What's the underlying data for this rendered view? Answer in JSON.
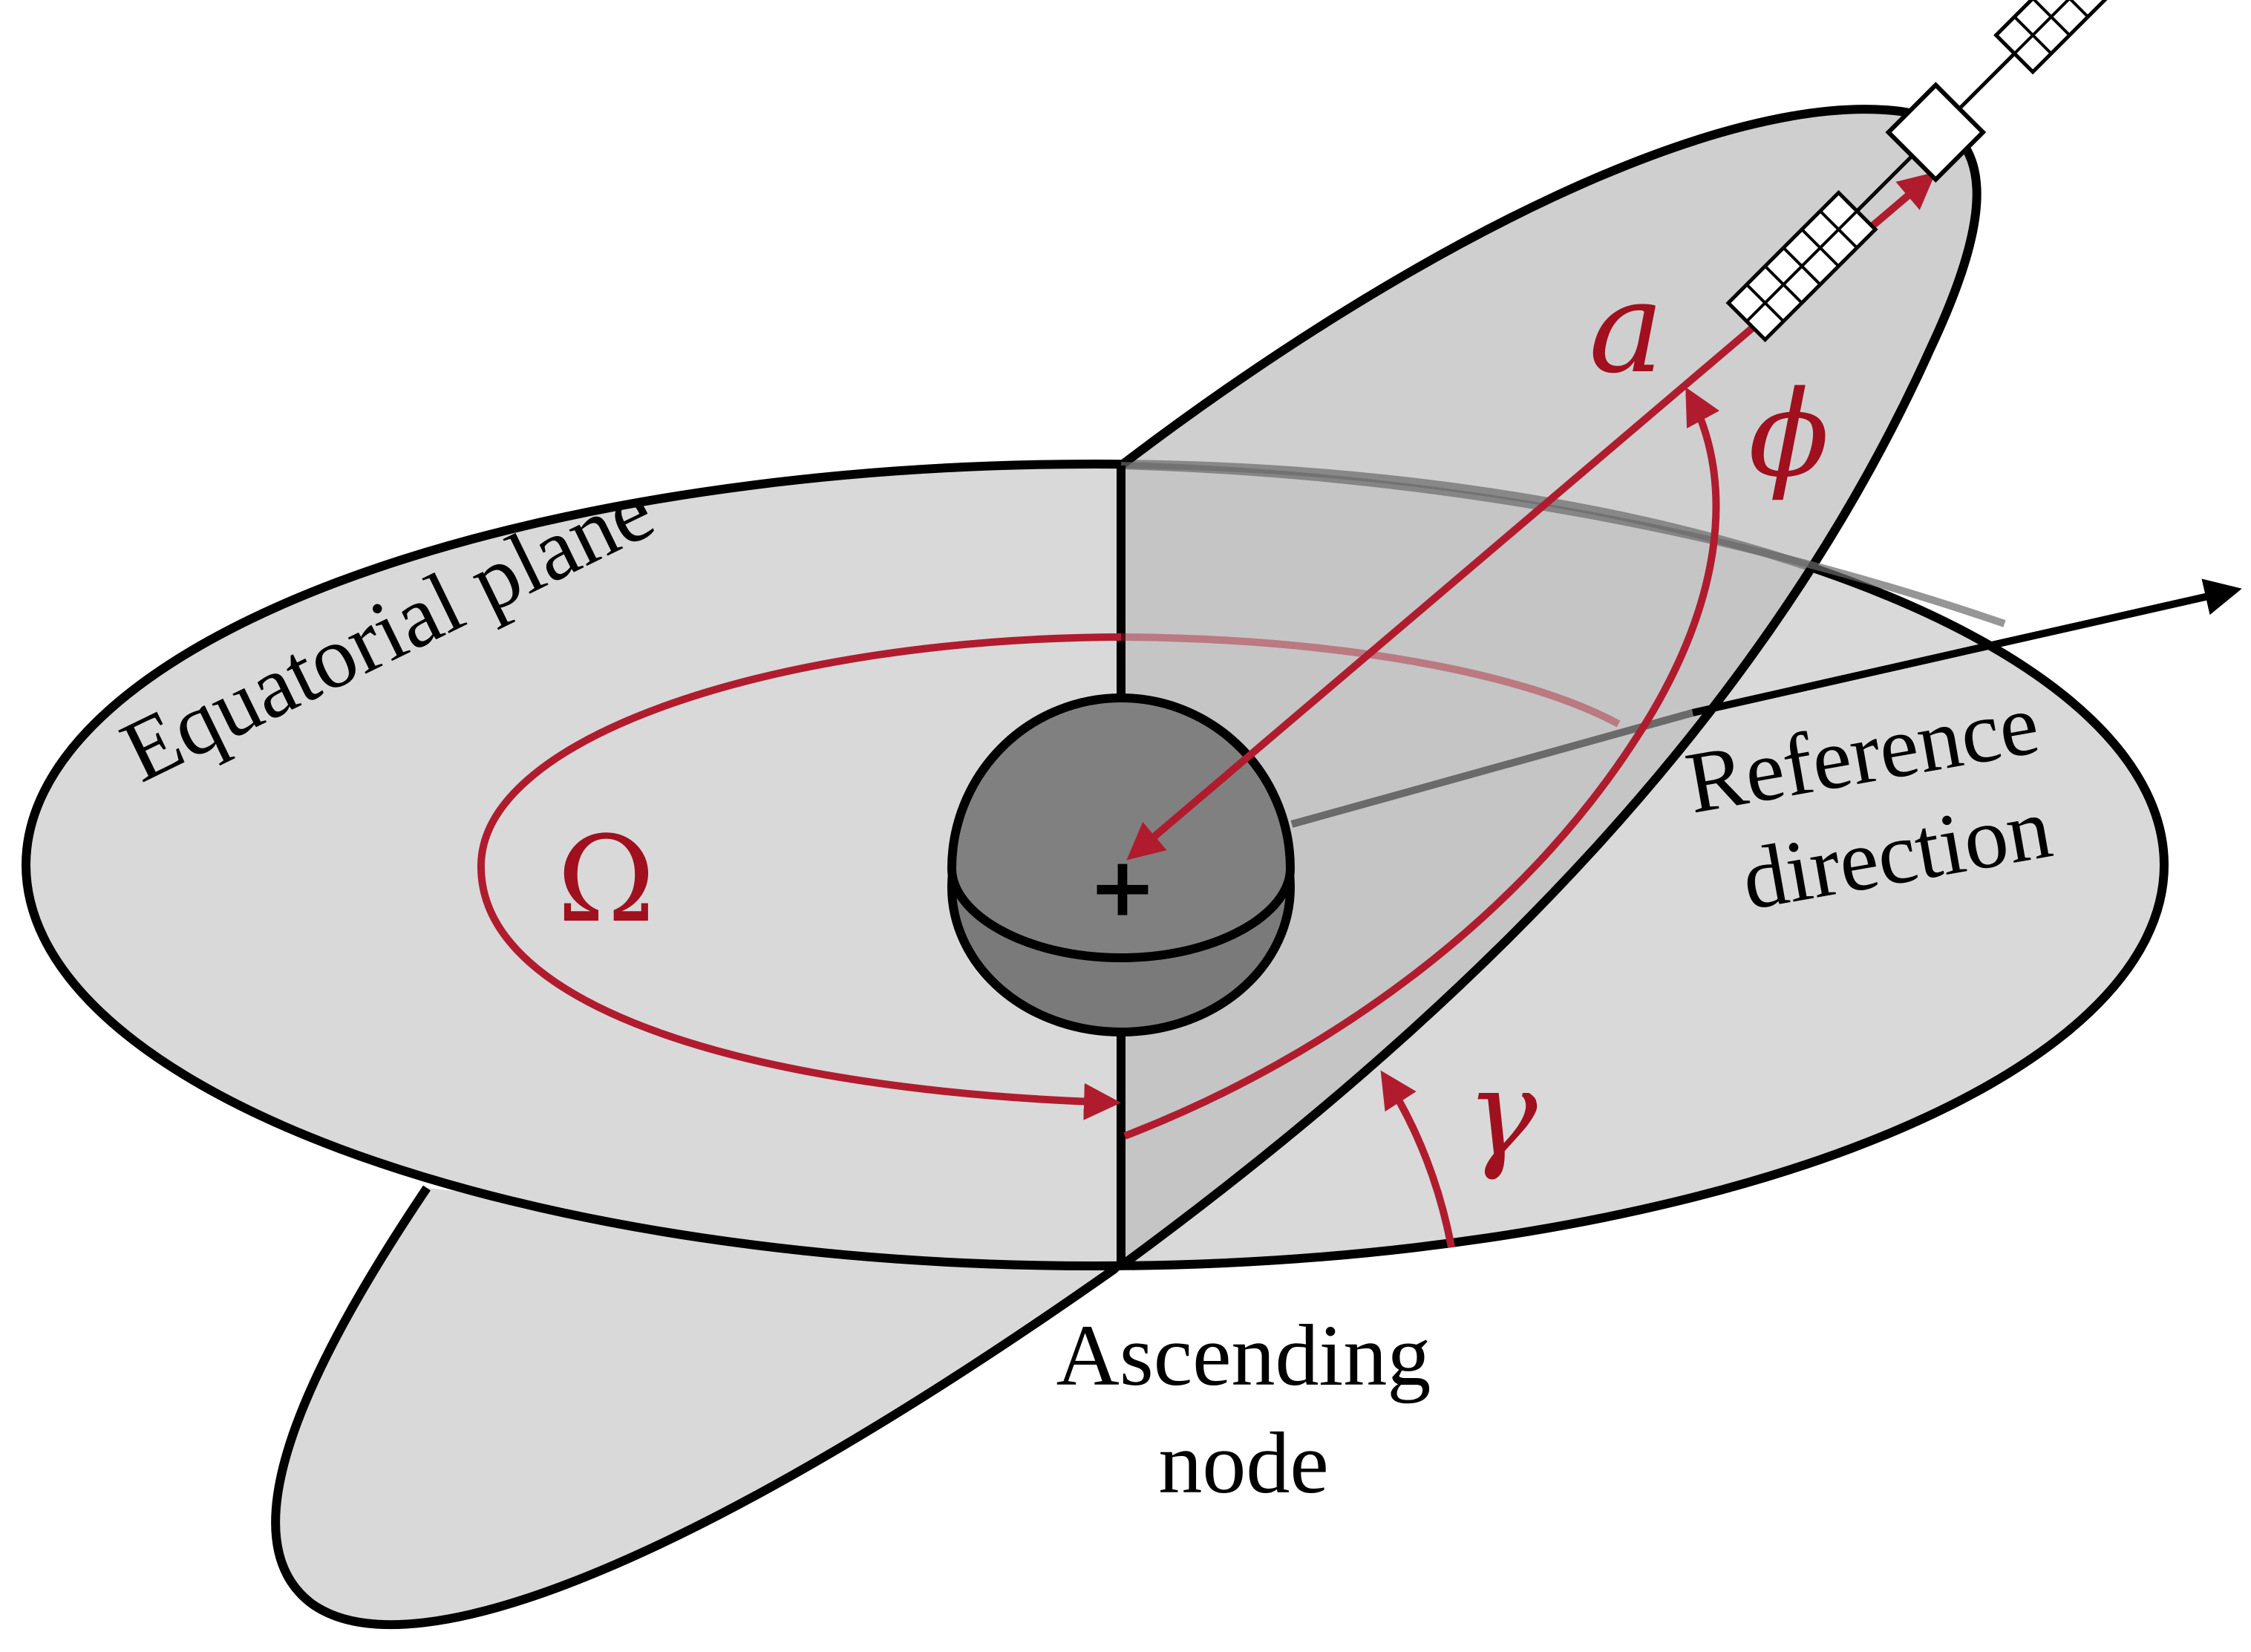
{
  "labels": {
    "equatorial_plane": "Equatorial plane",
    "reference_line1": "Reference",
    "reference_line2": "direction",
    "ascending_line1": "Ascending",
    "ascending_line2": "node"
  },
  "symbols": {
    "semi_major": "a",
    "phi": "ϕ",
    "raan": "Ω",
    "gamma": "γ",
    "center": "+"
  },
  "colors": {
    "accent_red": "#b01c2e",
    "symbol_red": "#a0101e",
    "plane_fill": "#d9d9d9",
    "orbit_fill": "#c6c6c6",
    "body_fill": "#808080",
    "outline": "#000000"
  },
  "icons": {
    "satellite": "satellite-icon"
  }
}
